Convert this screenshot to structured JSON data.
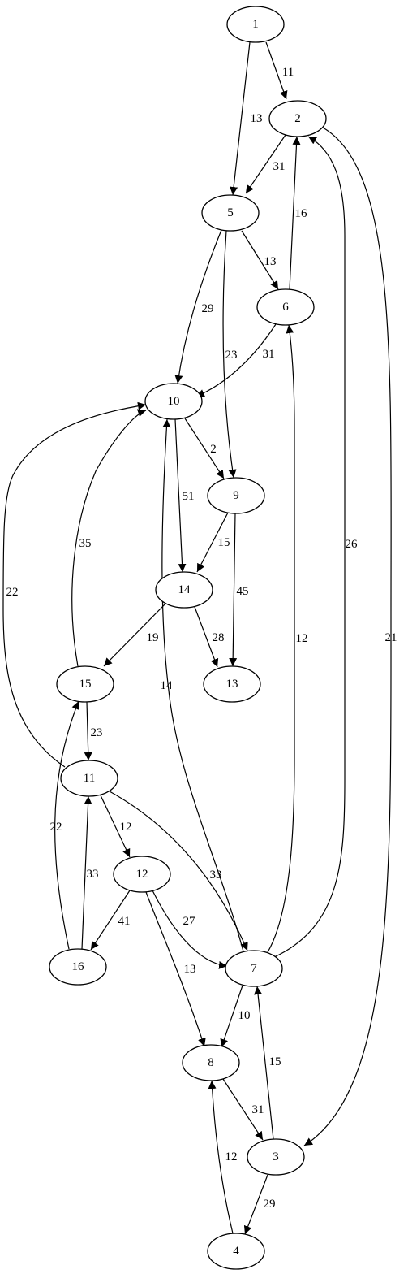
{
  "diagram": {
    "type": "directed-weighted-graph",
    "nodes": [
      {
        "id": "1",
        "label": "1"
      },
      {
        "id": "2",
        "label": "2"
      },
      {
        "id": "5",
        "label": "5"
      },
      {
        "id": "6",
        "label": "6"
      },
      {
        "id": "10",
        "label": "10"
      },
      {
        "id": "9",
        "label": "9"
      },
      {
        "id": "14",
        "label": "14"
      },
      {
        "id": "13",
        "label": "13"
      },
      {
        "id": "15",
        "label": "15"
      },
      {
        "id": "11",
        "label": "11"
      },
      {
        "id": "12",
        "label": "12"
      },
      {
        "id": "16",
        "label": "16"
      },
      {
        "id": "7",
        "label": "7"
      },
      {
        "id": "8",
        "label": "8"
      },
      {
        "id": "3",
        "label": "3"
      },
      {
        "id": "4",
        "label": "4"
      }
    ],
    "edges": [
      {
        "from": "1",
        "to": "2",
        "weight": "11"
      },
      {
        "from": "1",
        "to": "5",
        "weight": "13"
      },
      {
        "from": "2",
        "to": "5",
        "weight": "31"
      },
      {
        "from": "2",
        "to": "3",
        "weight": "21"
      },
      {
        "from": "5",
        "to": "6",
        "weight": "13"
      },
      {
        "from": "5",
        "to": "10",
        "weight": "29"
      },
      {
        "from": "5",
        "to": "9",
        "weight": "23"
      },
      {
        "from": "6",
        "to": "2",
        "weight": "16"
      },
      {
        "from": "6",
        "to": "10",
        "weight": "31"
      },
      {
        "from": "10",
        "to": "9",
        "weight": "2"
      },
      {
        "from": "10",
        "to": "14",
        "weight": "51"
      },
      {
        "from": "9",
        "to": "14",
        "weight": "15"
      },
      {
        "from": "9",
        "to": "13",
        "weight": "45"
      },
      {
        "from": "14",
        "to": "15",
        "weight": "19"
      },
      {
        "from": "14",
        "to": "13",
        "weight": "28"
      },
      {
        "from": "15",
        "to": "10",
        "weight": "35"
      },
      {
        "from": "15",
        "to": "11",
        "weight": "23"
      },
      {
        "from": "11",
        "to": "10",
        "weight": "22"
      },
      {
        "from": "11",
        "to": "12",
        "weight": "12"
      },
      {
        "from": "11",
        "to": "7",
        "weight": "33"
      },
      {
        "from": "12",
        "to": "16",
        "weight": "41"
      },
      {
        "from": "12",
        "to": "7",
        "weight": "27"
      },
      {
        "from": "12",
        "to": "8",
        "weight": "13"
      },
      {
        "from": "16",
        "to": "11",
        "weight": "33"
      },
      {
        "from": "16",
        "to": "15",
        "weight": "22"
      },
      {
        "from": "7",
        "to": "10",
        "weight": "14"
      },
      {
        "from": "7",
        "to": "6",
        "weight": "12"
      },
      {
        "from": "7",
        "to": "2",
        "weight": "26"
      },
      {
        "from": "7",
        "to": "8",
        "weight": "10"
      },
      {
        "from": "8",
        "to": "3",
        "weight": "31"
      },
      {
        "from": "3",
        "to": "7",
        "weight": "15"
      },
      {
        "from": "3",
        "to": "4",
        "weight": "29"
      },
      {
        "from": "4",
        "to": "8",
        "weight": "12"
      }
    ]
  }
}
